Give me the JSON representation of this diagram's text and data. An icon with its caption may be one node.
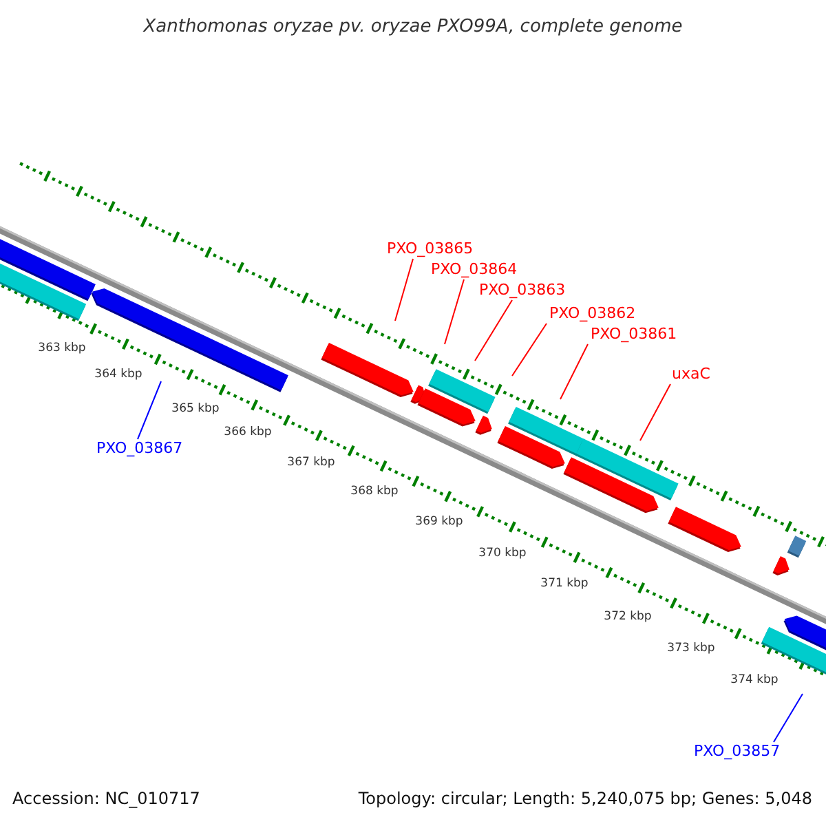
{
  "diagram": {
    "title": "Xanthomonas oryzae pv. oryzae PXO99A, complete genome",
    "nodes": [
      {
        "text": [
          "PXO_03867"
        ]
      },
      {
        "text": [
          "PXO_03865"
        ]
      },
      {
        "text": [
          "PXO_03864"
        ]
      },
      {
        "text": [
          "PXO_03863"
        ]
      },
      {
        "text": [
          "PXO_03862"
        ]
      },
      {
        "text": [
          "PXO_03861"
        ]
      },
      {
        "text": [
          "uxaC"
        ]
      },
      {
        "text": [
          "PXO_03857"
        ]
      }
    ],
    "edges": [
      {
        "from": 0,
        "to": null,
        "arrow": "none",
        "color": "#0000ff"
      },
      {
        "from": 1,
        "to": null,
        "arrow": "none"
      },
      {
        "from": 2,
        "to": null,
        "arrow": "none"
      },
      {
        "from": 3,
        "to": null,
        "arrow": "none"
      },
      {
        "from": 4,
        "to": null,
        "arrow": "none"
      },
      {
        "from": 5,
        "to": null,
        "arrow": "none"
      },
      {
        "from": 6,
        "to": null,
        "arrow": "none"
      },
      {
        "from": 7,
        "to": null,
        "arrow": "none",
        "color": "#0000ff"
      }
    ],
    "labels": [
      "363 kbp",
      "364 kbp",
      "365 kbp",
      "366 kbp",
      "367 kbp",
      "368 kbp",
      "369 kbp",
      "370 kbp",
      "371 kbp",
      "372 kbp",
      "373 kbp",
      "374 kbp",
      "Accession: NC_010717",
      "Topology: circular; Length: 5,240,075 bp; Genes: 5,048"
    ]
  }
}
